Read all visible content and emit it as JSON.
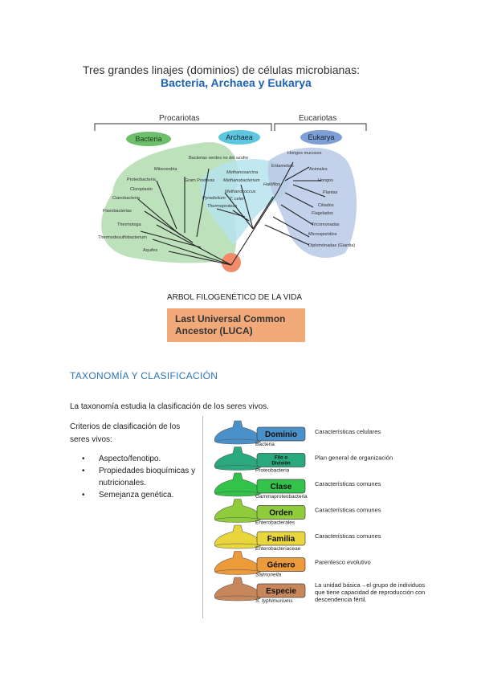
{
  "figure1": {
    "title_line1": "Tres grandes linajes (dominios)  de células microbianas:",
    "title_line2": "Bacteria, Archaea y Eukarya",
    "group_prokaryotes": "Procariotas",
    "group_eukaryotes": "Eucariotas",
    "domain_bacteria": "Bacteria",
    "domain_archaea": "Archaea",
    "domain_eukarya": "Eukarya",
    "bacteria_leaves": [
      "Bacterias verdes no del azufre",
      "Mitocondria",
      "Proteobacteria",
      "Gram Positivas",
      "Cloroplasto",
      "Cianobacteria",
      "Flavobacterias",
      "Thermotoga",
      "Thermodesulfobacterium",
      "Aquifex"
    ],
    "archaea_leaves": [
      "Methanosarcina",
      "Methanobacterium",
      "Halófilos",
      "Methanococcus",
      "Pyrodictium",
      "T. celer",
      "Thermoproteus"
    ],
    "eukarya_leaves": [
      "Hongos mucosos",
      "Entamebas",
      "Animales",
      "Hongos",
      "Plantas",
      "Ciliados",
      "Flagelados",
      "Tricomonadas",
      "Microsporidios",
      "Diplomónadas (Giardia)"
    ],
    "tree_caption": "ARBOL FILOGENÉTICO DE LA VIDA",
    "luca_line1": "Last Universal Common",
    "luca_line2": "Ancestor (LUCA)"
  },
  "section_title": "TAXONOMÍA Y CLASIFICACIÓN",
  "intro": "La taxonomía estudia la clasificación de los seres vivos.",
  "criteria_title": "Criterios de clasificación de los seres vivos:",
  "criteria": [
    "Aspecto/fenotipo.",
    "Propiedades bioquímicas y nutricionales.",
    "Semejanza genética."
  ],
  "ranks": [
    {
      "name": "Dominio",
      "example": "Bacteria",
      "description": "Características celulares",
      "color": "#4a90c9"
    },
    {
      "name": "Filo o División",
      "example": "Proteobacteria",
      "description": "Plan general de organización",
      "color": "#2aa97f"
    },
    {
      "name": "Clase",
      "example": "Gammaproteobacteria",
      "description": "Características comunes",
      "color": "#33c24a"
    },
    {
      "name": "Orden",
      "example": "Enterobacterales",
      "description": "Características comunes",
      "color": "#8fcc3c"
    },
    {
      "name": "Familia",
      "example": "Enterobacteriaceae",
      "description": "Características comunes",
      "color": "#e8d63c"
    },
    {
      "name": "Género",
      "example": "Salmonella",
      "description": "Parentesco evolutivo",
      "color": "#ec9a3a"
    },
    {
      "name": "Especie",
      "example": "S. typhimuriums",
      "description": "La unidad básica→el grupo de individuos que tiene capacidad de reproducción con descendencia fértil.",
      "color": "#c8875a"
    }
  ]
}
